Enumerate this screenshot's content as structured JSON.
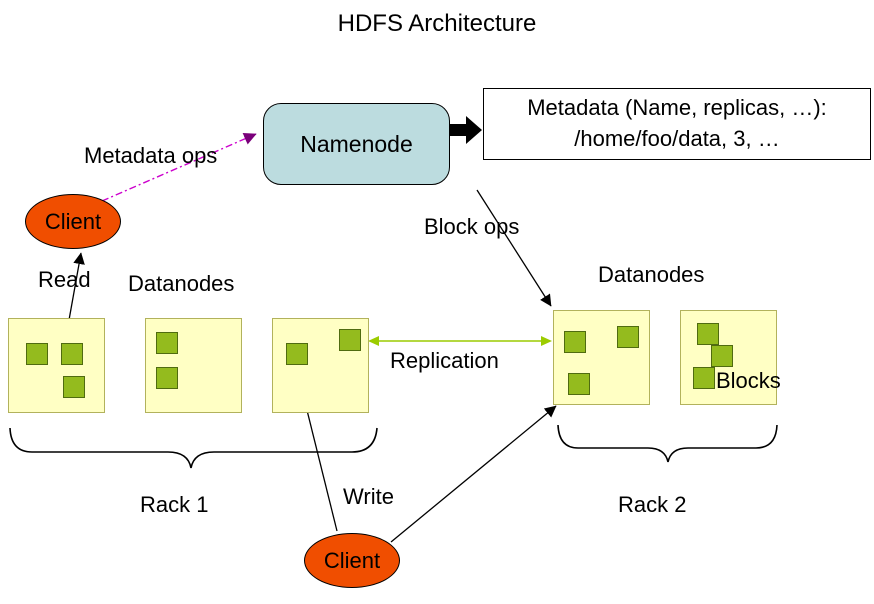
{
  "title": "HDFS Architecture",
  "namenode": {
    "label": "Namenode"
  },
  "metadata_box": {
    "line1": "Metadata (Name, replicas, …):",
    "line2": "/home/foo/data, 3, …"
  },
  "clients": {
    "top_label": "Client",
    "bottom_label": "Client"
  },
  "labels": {
    "metadata_ops": "Metadata ops",
    "block_ops": "Block ops",
    "read": "Read",
    "write": "Write",
    "replication": "Replication",
    "datanodes_left": "Datanodes",
    "datanodes_right": "Datanodes",
    "blocks": "Blocks",
    "rack1": "Rack 1",
    "rack2": "Rack 2"
  },
  "colors": {
    "namenode_fill": "#bcdcdf",
    "client_fill": "#f04e00",
    "datanode_fill": "#ffffc4",
    "block_fill": "#94bb1e",
    "replication_arrow": "#9ccc00",
    "metadata_ops_arrow": "#cc00cc"
  }
}
